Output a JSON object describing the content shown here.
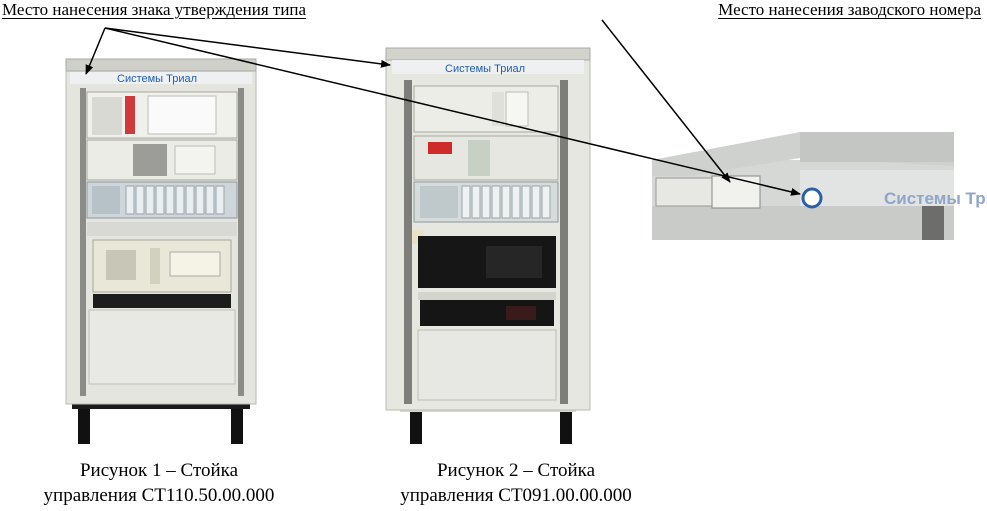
{
  "labels": {
    "approval_mark_place": "Место нанесения знака утверждения типа",
    "serial_number_place": "Место нанесения заводского номера"
  },
  "racks": {
    "rack1_logo": "Системы Триал",
    "rack2_logo": "Системы Триал",
    "photo_logo": "Системы Триал"
  },
  "captions": {
    "figure1_line1": "Рисунок 1 – Стойка",
    "figure1_line2": "управления СТ110.50.00.000",
    "figure2_line1": "Рисунок 2 – Стойка",
    "figure2_line2": "управления СТ091.00.00.000"
  },
  "colors": {
    "cabinet": "#e6e7e1",
    "logo_blue": "#1f5fae",
    "equipment_dark": "#1a1a1a"
  }
}
